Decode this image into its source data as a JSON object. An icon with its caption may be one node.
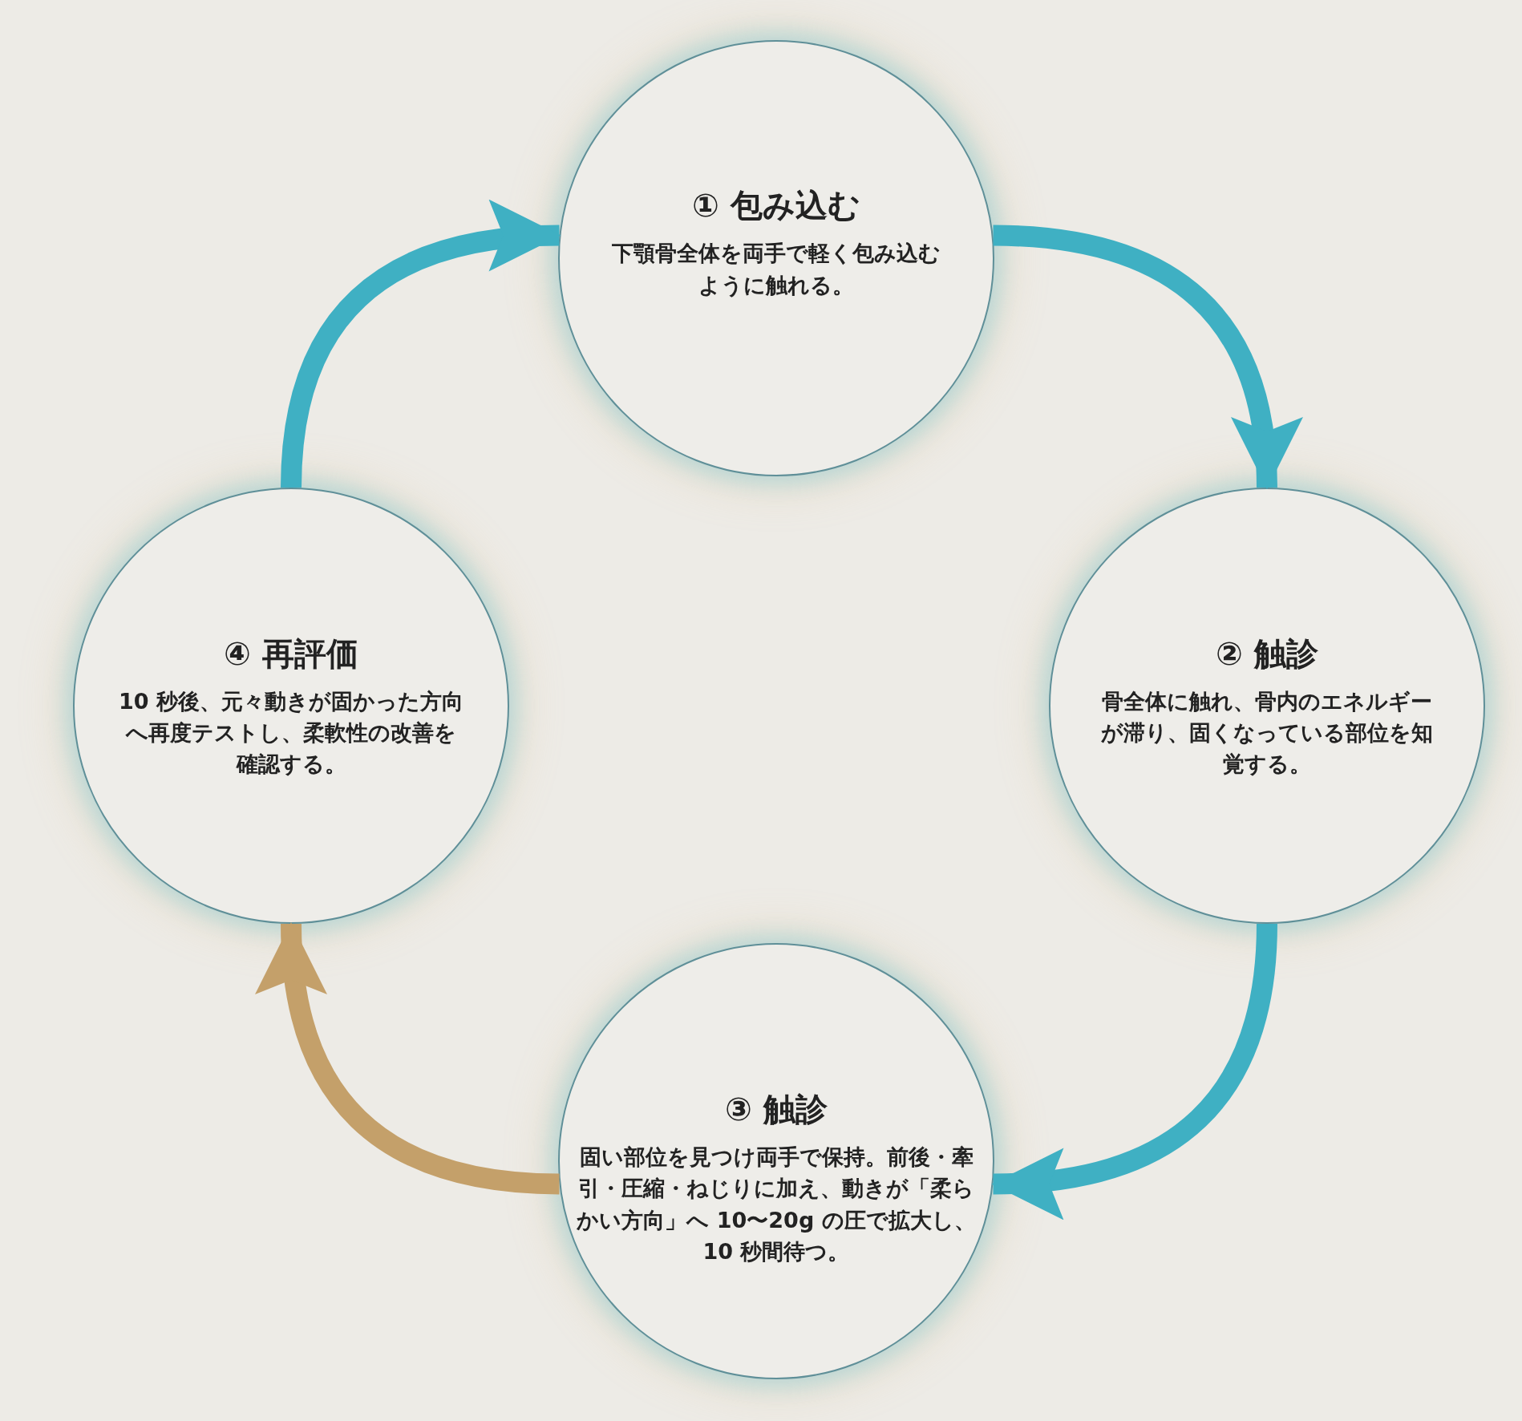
{
  "diagram": {
    "nodes": [
      {
        "text": [
          "① 包み込む",
          "下顎骨全体を両手で軽く包み込むように触れる。"
        ]
      },
      {
        "text": [
          "② 触診",
          "骨全体に触れ、骨内のエネルギーが滞り、固くなっている部位を知覚する。"
        ]
      },
      {
        "text": [
          "③ 触診",
          "固い部位を見つけ両手で保持。前後・牽引・圧縮・ねじりに加え、動きが「柔らかい方向」へ 10〜20g の圧で拡大し、10 秒間待つ。"
        ]
      },
      {
        "text": [
          "④ 再評価",
          "10 秒後、元々動きが固かった方向へ再度テストし、柔軟性の改善を確認する。"
        ]
      }
    ],
    "edges": [
      {
        "from": 0,
        "to": 1,
        "arrow": "to"
      },
      {
        "from": 1,
        "to": 2,
        "arrow": "to"
      },
      {
        "from": 2,
        "to": 3,
        "arrow": "to",
        "color": "#c4a06a"
      },
      {
        "from": 3,
        "to": 0,
        "arrow": "to"
      }
    ]
  }
}
